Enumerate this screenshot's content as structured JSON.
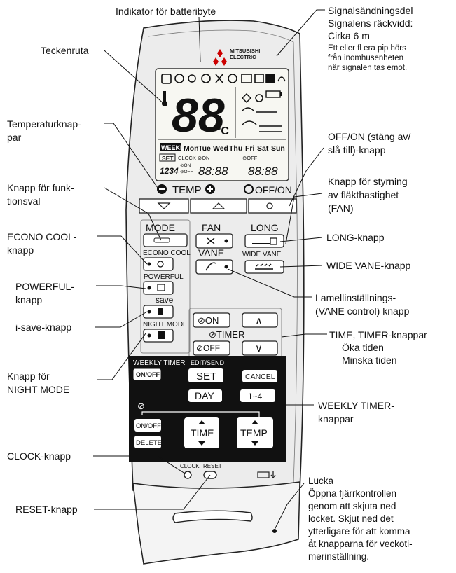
{
  "brand": {
    "name_line1": "MITSUBISHI",
    "name_line2": "ELECTRIC"
  },
  "display": {
    "temperature": "88",
    "unit": "°C",
    "weekly_badge": "WEEKLY",
    "days": [
      "Mon",
      "Tue",
      "Wed",
      "Thu",
      "Fri",
      "Sat",
      "Sun"
    ],
    "set_label": "SET",
    "clock_on_label": "CLOCK ⊘ON",
    "off_label": "⊘OFF",
    "on_small": "⊘ON",
    "off_small": "⊘OFF",
    "slots": "1234",
    "time_left": "88:88",
    "time_right": "88:88"
  },
  "controls": {
    "temp_label": "TEMP",
    "off_on_label": "OFF/ON",
    "mode": "MODE",
    "econo_cool": "ECONO COOL",
    "powerful": "POWERFUL",
    "isave": "save",
    "night_mode": "NIGHT MODE",
    "fan": "FAN",
    "vane": "VANE",
    "long": "LONG",
    "wide_vane": "WIDE VANE",
    "timer_on": "⊘ON",
    "timer_label": "⊘TIMER",
    "timer_off": "⊘OFF",
    "up_arrow": "∧",
    "down_arrow": "∨"
  },
  "weekly_panel": {
    "weekly_timer": "WEEKLY TIMER",
    "on_off": "ON/OFF",
    "edit_send": "EDIT/SEND",
    "set": "SET",
    "cancel": "CANCEL",
    "day": "DAY",
    "range": "1~4",
    "on_off2": "ON/OFF",
    "delete": "DELETE",
    "time": "TIME",
    "temp": "TEMP",
    "clock_icon": "⊘"
  },
  "bottom": {
    "clock": "CLOCK",
    "reset": "RESET"
  },
  "callouts": {
    "battery": "Indikator för batteribyte",
    "signal": [
      "Signalsändningsdel",
      "Signalens räckvidd:",
      "Cirka 6 m"
    ],
    "signal_note": [
      "Ett eller fl era pip hörs",
      "från inomhusenheten",
      "när signalen tas emot."
    ],
    "display": "Teckenruta",
    "temp_buttons": [
      "Temperaturknap-",
      "par"
    ],
    "off_on": [
      "OFF/ON (stäng av/",
      "slå till)-knapp"
    ],
    "fan": [
      "Knapp för styrning",
      "av fläkthastighet",
      "(FAN)"
    ],
    "function": [
      "Knapp för funk-",
      "tionsval"
    ],
    "econo": [
      "ECONO COOL-",
      "knapp"
    ],
    "long": "LONG-knapp",
    "wide_vane": "WIDE VANE-knapp",
    "powerful": [
      "POWERFUL-",
      "knapp"
    ],
    "vane": [
      "Lamellinställnings-",
      "(VANE control) knapp"
    ],
    "isave": "i-save-knapp",
    "timer": [
      "TIME, TIMER-knappar",
      "Öka tiden",
      "Minska tiden"
    ],
    "night": [
      "Knapp för",
      "NIGHT MODE"
    ],
    "weekly": [
      "WEEKLY TIMER-",
      "knappar"
    ],
    "clock": "CLOCK-knapp",
    "reset": "RESET-knapp",
    "lid": [
      "Lucka",
      "Öppna fjärrkontrollen",
      "genom att skjuta ned",
      "locket. Skjut ned det",
      "ytterligare för att komma",
      "åt knapparna för veckoti-",
      "merinställning."
    ]
  }
}
